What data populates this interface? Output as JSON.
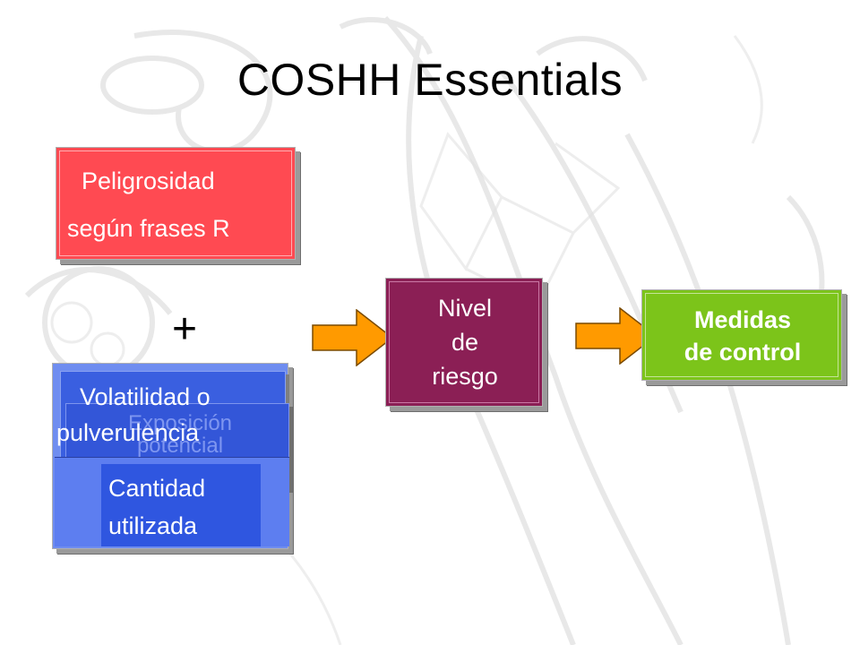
{
  "title": "COSHH Essentials",
  "hazard": {
    "line1": "Peligrosidad",
    "line2": "según frases R"
  },
  "plus": "+",
  "exposure": {
    "hidden_line1": "Exposición",
    "hidden_line2": "potencial",
    "volatility_line1": "Volatilidad o",
    "volatility_line2": "pulverulencia",
    "quantity_line1": "Cantidad",
    "quantity_line2": "utilizada"
  },
  "risk": {
    "line1": "Nivel",
    "line2": "de",
    "line3": "riesgo"
  },
  "control": {
    "line1": "Medidas",
    "line2": "de control"
  },
  "colors": {
    "hazard": "#ff4a52",
    "exposure": "#3a5fe0",
    "risk": "#8b1f55",
    "control": "#7cc41a",
    "arrow": "#ff9a00"
  }
}
